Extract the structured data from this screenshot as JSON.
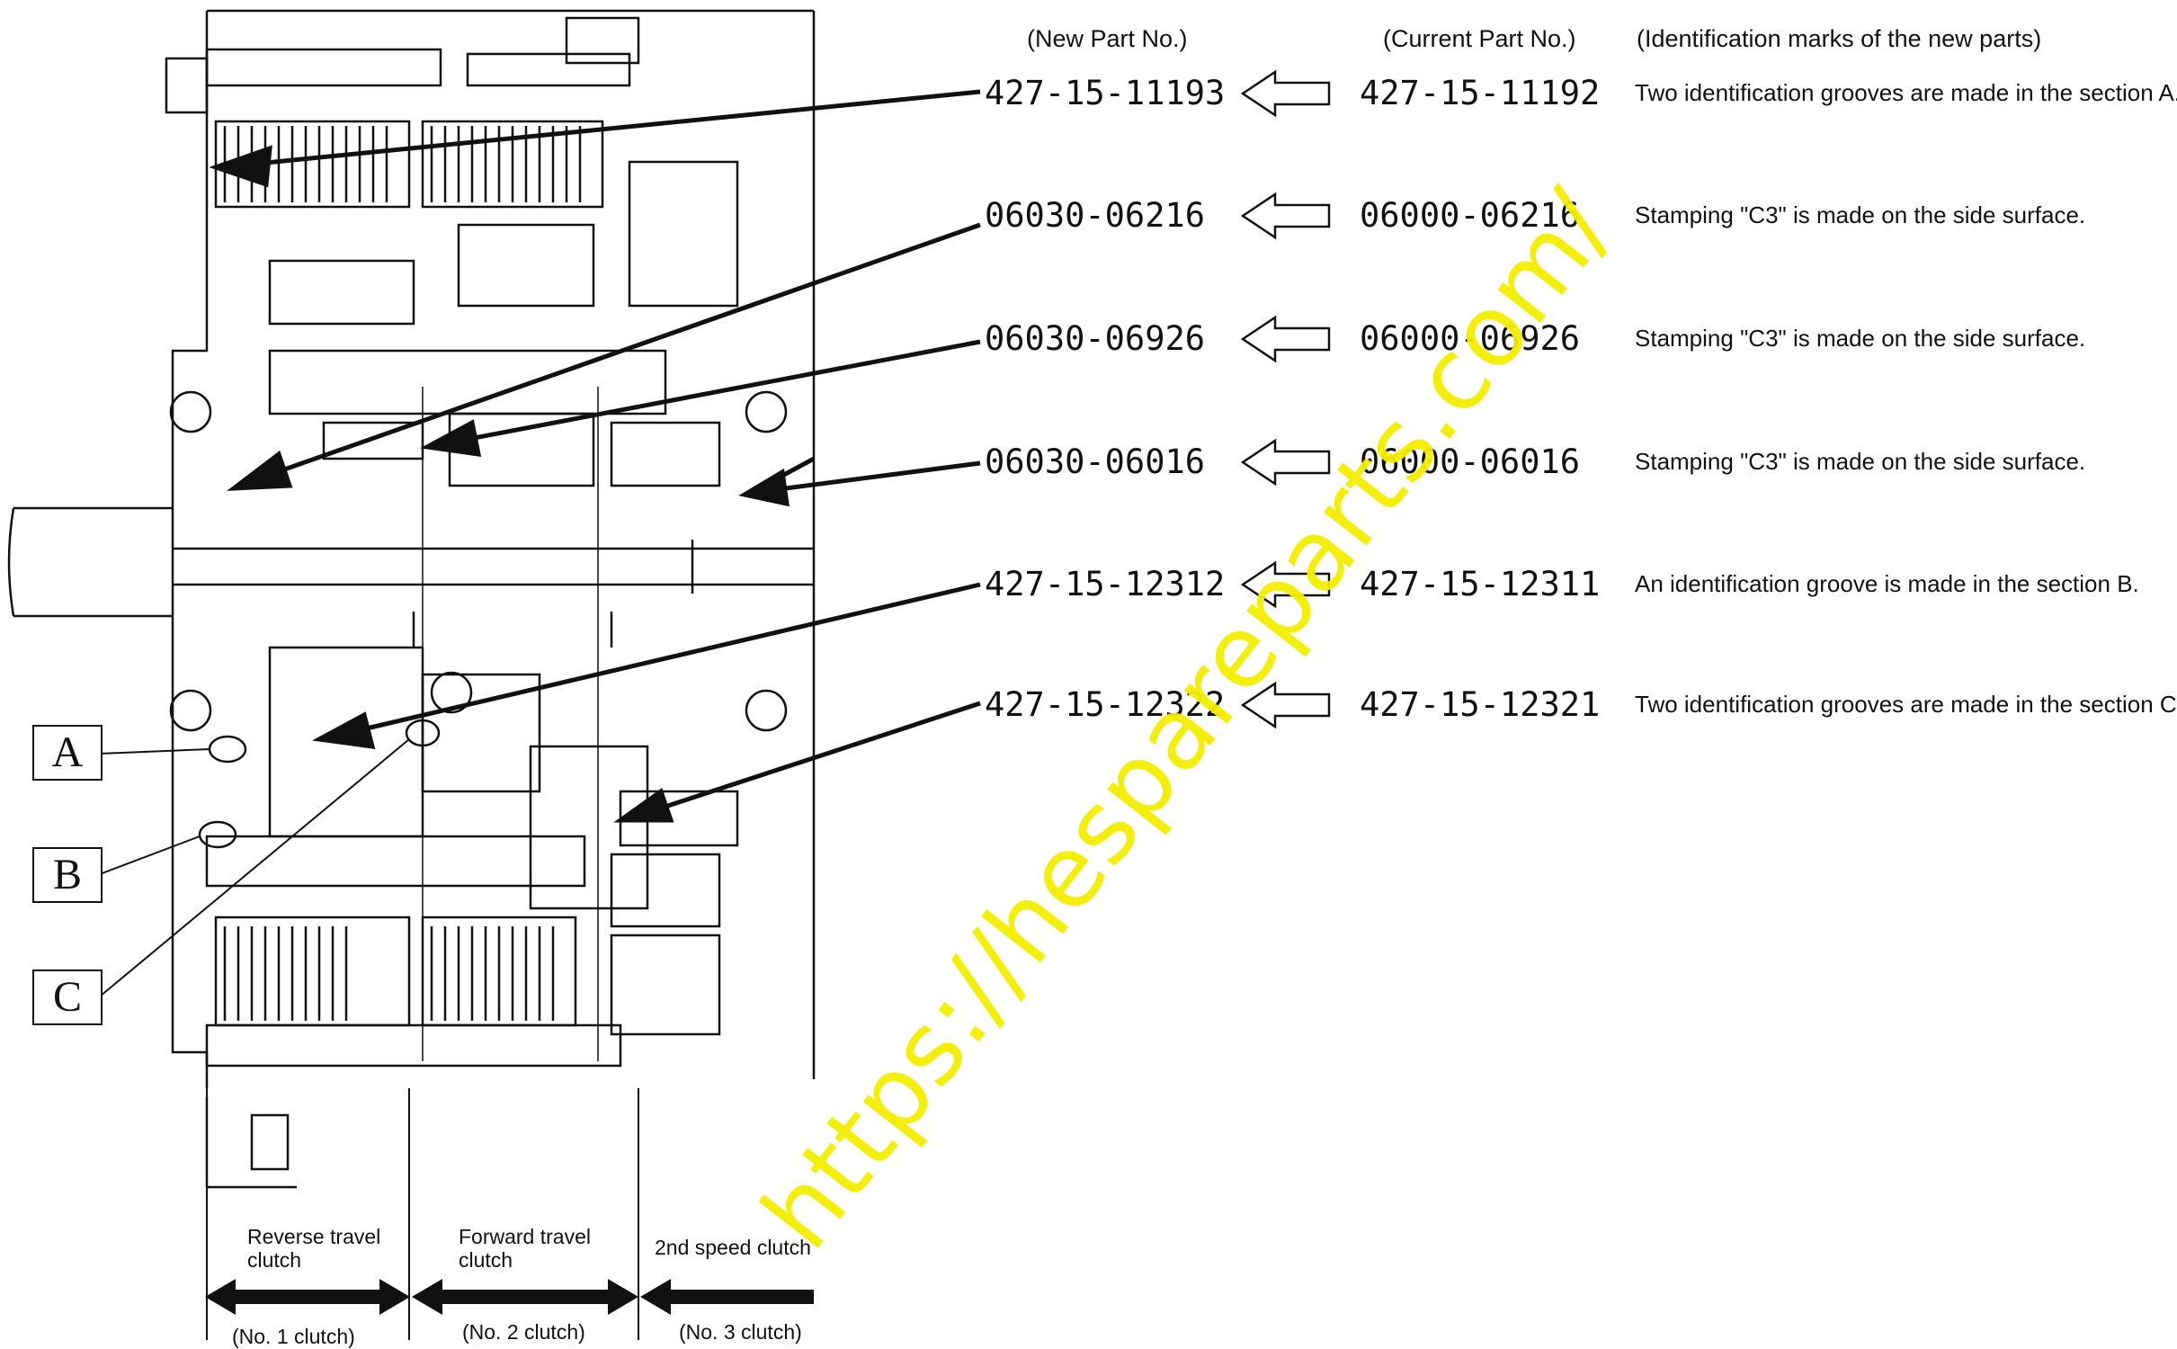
{
  "headers": {
    "new_part": "(New Part No.)",
    "current_part": "(Current Part No.)",
    "identification": "(Identification marks of the new parts)"
  },
  "rows": [
    {
      "new": "427-15-11193",
      "current": "427-15-11192",
      "mark": "Two identification grooves are made in the section A."
    },
    {
      "new": "06030-06216",
      "current": "06000-06216",
      "mark": "Stamping \"C3\" is made on the side surface."
    },
    {
      "new": "06030-06926",
      "current": "06000-06926",
      "mark": "Stamping \"C3\" is made on the side surface."
    },
    {
      "new": "06030-06016",
      "current": "06000-06016",
      "mark": "Stamping \"C3\" is made on the side surface."
    },
    {
      "new": "427-15-12312",
      "current": "427-15-12311",
      "mark": "An identification groove is made in the section B."
    },
    {
      "new": "427-15-12322",
      "current": "427-15-12321",
      "mark": "Two identification grooves are made in the section C."
    }
  ],
  "section_labels": {
    "a": "A",
    "b": "B",
    "c": "C"
  },
  "clutches": [
    {
      "name": "Reverse travel\nclutch",
      "number": "(No. 1 clutch)"
    },
    {
      "name": "Forward travel\nclutch",
      "number": "(No. 2 clutch)"
    },
    {
      "name": "2nd speed clutch",
      "number": "(No. 3 clutch)"
    }
  ],
  "watermark": "https://hespareparts.com/",
  "colors": {
    "line": "#111111",
    "watermark": "#f4ee00",
    "background": "#ffffff"
  }
}
